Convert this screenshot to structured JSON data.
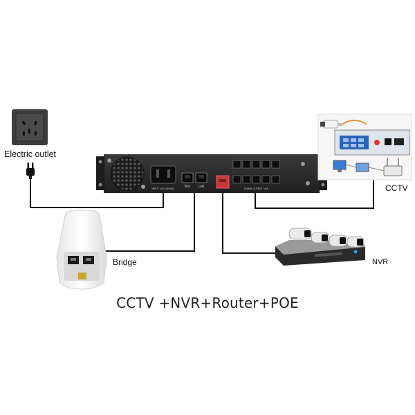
{
  "caption": "CCTV +NVR+Router+POE",
  "devices": {
    "outlet": "Electric outlet",
    "cctv": "CCTV",
    "bridge": "Bridge",
    "nvr": "NVR"
  },
  "switch_panel": {
    "power_input": "INPUT 100-240VAC",
    "port_poe": "POE",
    "port_lan": "LAN",
    "output_label": "100MA OUTPUT 10A"
  },
  "colors": {
    "cable": "#111111",
    "chassis": "#2c2c2c",
    "accent_red": "#d43030",
    "panel_blue": "#2b63b8"
  }
}
